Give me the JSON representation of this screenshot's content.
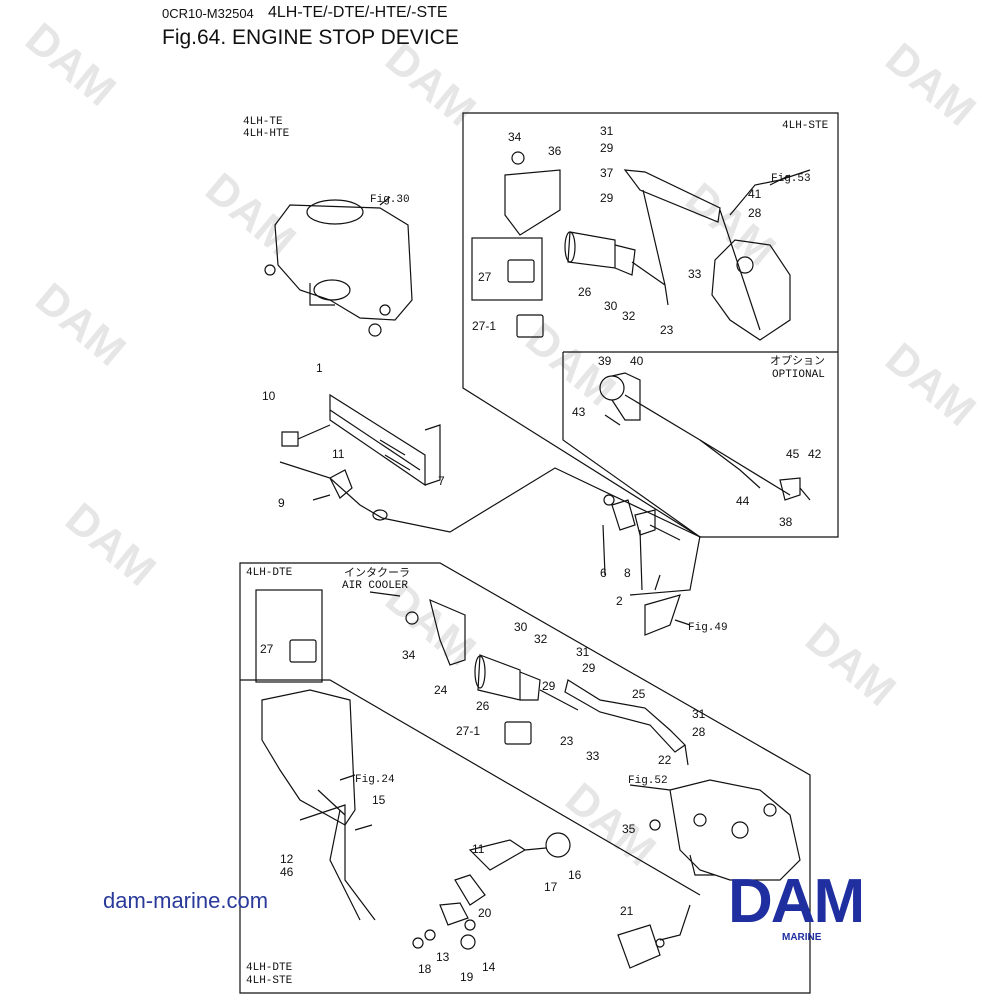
{
  "header": {
    "doc_code": "0CR10-M32504",
    "models": "4LH-TE/-DTE/-HTE/-STE",
    "title": "Fig.64.  ENGINE STOP DEVICE"
  },
  "watermark": "DAM",
  "panels": {
    "main_models": [
      "4LH-TE",
      "4LH-HTE"
    ],
    "ste": "4LH-STE",
    "optional_jp": "オプション",
    "optional_en": "OPTIONAL",
    "dte": "4LH-DTE",
    "intercooler_jp": "インタクーラ",
    "air_cooler": "AIR COOLER",
    "bottom_models": [
      "4LH-DTE",
      "4LH-STE"
    ]
  },
  "fig_refs": [
    "Fig.30",
    "Fig.53",
    "Fig.49",
    "Fig.24",
    "Fig.52"
  ],
  "callouts": [
    "34",
    "36",
    "31",
    "29",
    "37",
    "29",
    "41",
    "28",
    "33",
    "26",
    "30",
    "32",
    "23",
    "27",
    "27-1",
    "39",
    "40",
    "43",
    "45",
    "42",
    "44",
    "38",
    "1",
    "10",
    "11",
    "7",
    "9",
    "6",
    "8",
    "2",
    "34",
    "30",
    "32",
    "31",
    "29",
    "29",
    "24",
    "26",
    "25",
    "31",
    "28",
    "27",
    "27-1",
    "23",
    "33",
    "22",
    "35",
    "15",
    "12",
    "46",
    "11",
    "17",
    "16",
    "20",
    "21",
    "18",
    "13",
    "19",
    "14"
  ],
  "footer": {
    "website": "dam-marine.com",
    "logo_main": "DAM",
    "logo_sub": "MARINE"
  },
  "colors": {
    "brand": "#1f2fa0",
    "line": "#111111",
    "watermark": "#e6e6e6"
  }
}
